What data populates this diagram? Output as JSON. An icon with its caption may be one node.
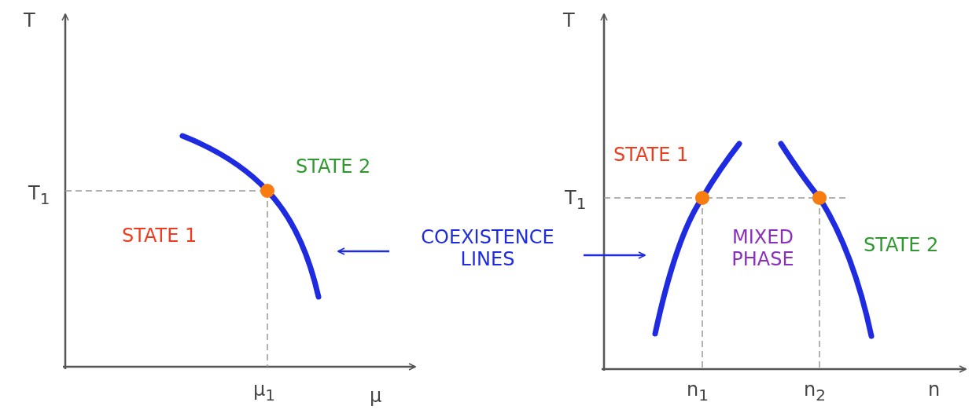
{
  "diagram": {
    "nodes": [
      {
        "text": [],
        "shape": "curve"
      },
      {
        "text": [
          "COEXISTENCE LINES"
        ]
      },
      {
        "text": [],
        "shape": "curve"
      }
    ],
    "edges": [
      {
        "from": 1,
        "to": 0,
        "arrow": "to"
      },
      {
        "from": 1,
        "to": 2,
        "arrow": "to"
      }
    ],
    "labels": [
      "T",
      "STATE 2",
      "T$_{1}$",
      "STATE 1",
      "μ$_{1}$",
      "μ",
      "T",
      "STATE 1",
      "T$_{1}$",
      "MIXED PHASE",
      "STATE 2",
      "n$_{1}$",
      "n$_{2}$",
      "n"
    ]
  }
}
